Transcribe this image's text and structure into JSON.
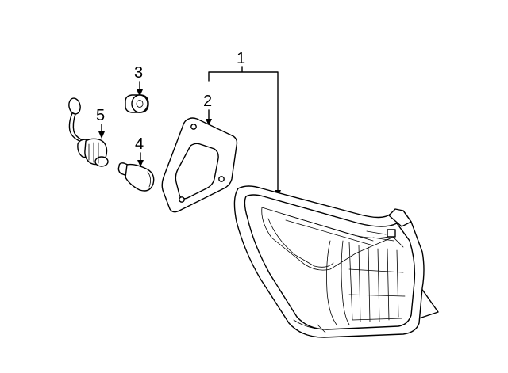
{
  "callouts": {
    "part_1": "1",
    "part_2": "2",
    "part_3": "3",
    "part_4": "4",
    "part_5": "5"
  },
  "colors": {
    "line": "#000000",
    "background": "#ffffff"
  }
}
